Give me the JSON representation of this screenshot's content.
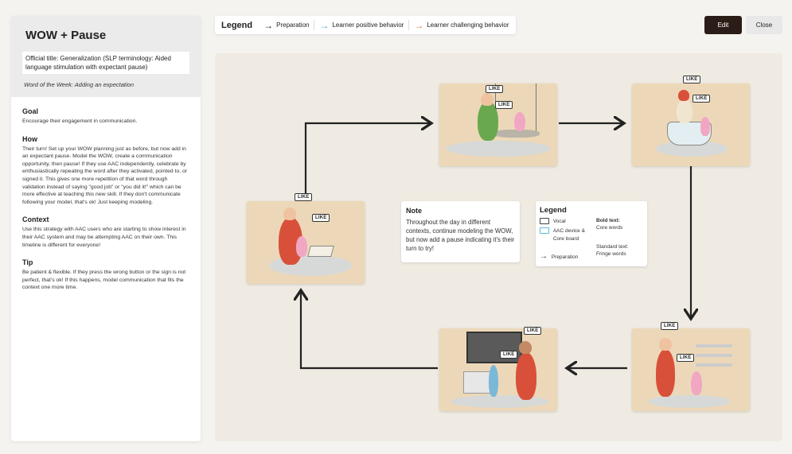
{
  "sidebar": {
    "title": "WOW + Pause",
    "official_title": "Official title: Generalization (SLP terminology: Aided language stimulation  with expectant pause)",
    "word_of_week": "Word of the Week: Adding an expectation",
    "sections": [
      {
        "heading": "Goal",
        "text": "Encourage their engagement in communication."
      },
      {
        "heading": "How",
        "text": "Their turn! Set up your WOW planning just as before, but now add in an expectant pause. Model the WOW, create a communication opportunity, then pause! If they use AAC independently, celebrate by enthusiastically repeating the word after they activated, pointed to, or signed it. This gives one more repetition of that word through validation instead of saying \"good job\" or \"you did it!\" which can be more effective at teaching this new skill. If they don't communicate following your model, that's ok! Just keeping modeling."
      },
      {
        "heading": "Context",
        "text": "Use this strategy with AAC users who are starting to show interest in their AAC system and may be attempting AAC on their own. This timeline is different for everyone!"
      },
      {
        "heading": "Tip",
        "text": "Be patient & flexible. If they press the wrong button or the sign is not perfect, that's ok! If this happens, model communication that fits the context one more time."
      }
    ]
  },
  "legend_top": {
    "title": "Legend",
    "items": [
      {
        "label": "Preparation",
        "color": "#222222"
      },
      {
        "label": "Learner positive behavior",
        "color": "#4fb3c9"
      },
      {
        "label": "Learner challenging behavior",
        "color": "#e8785a"
      }
    ]
  },
  "buttons": {
    "edit": "Edit",
    "close": "Close"
  },
  "cards": {
    "like_label": "LIKE"
  },
  "note": {
    "heading": "Note",
    "text": "Throughout the day in different contexts, continue modeling the WOW, but now add a pause indicating it's their turn to try!"
  },
  "legend_inner": {
    "title": "Legend",
    "vocal": "Vocal",
    "aac": "AAC device & Core board",
    "preparation": "Preparation",
    "bold_title": "Bold text:",
    "bold_desc": "Core words",
    "standard_title": "Standard text:",
    "standard_desc": "Fringe words"
  },
  "colors": {
    "accent_dark": "#2a1c16",
    "card_bg": "#ecd8b8",
    "canvas_bg": "#efebe2"
  }
}
